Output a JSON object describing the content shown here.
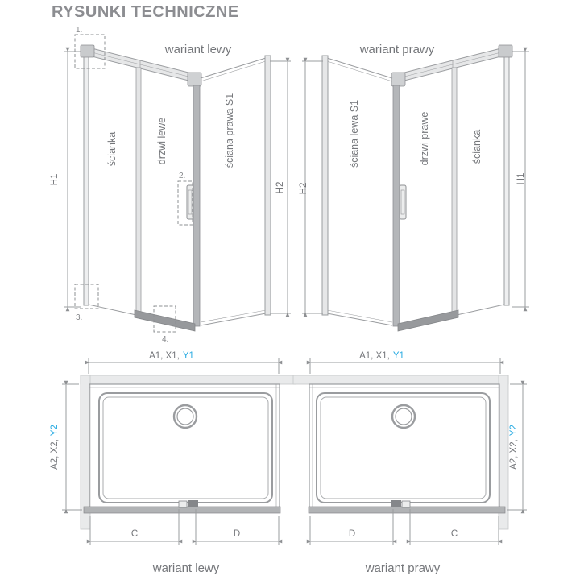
{
  "title": "RYSUNKI TECHNICZNE",
  "colors": {
    "accent": "#29abe2",
    "label_text": "#74767a",
    "line": "#9a9c9f"
  },
  "front_left": {
    "variant": "wariant lewy",
    "panels": {
      "left": "ścianka",
      "middle": "drzwi lewe",
      "right": "ściana prawa S1"
    },
    "dims": {
      "left": "H1",
      "right": "H2"
    },
    "markers": {
      "m1": "1.",
      "m2": "2.",
      "m3": "3.",
      "m4": "4."
    }
  },
  "front_right": {
    "variant": "wariant prawy",
    "panels": {
      "left": "ściana lewa S1",
      "middle": "drzwi prawe",
      "right": "ścianka"
    },
    "dims": {
      "left": "H2",
      "right": "H1"
    }
  },
  "plan_left": {
    "variant": "wariant lewy",
    "dim_width": {
      "gray": "A1, X1,",
      "blue": "Y1"
    },
    "dim_depth": {
      "gray": "A2, X2,",
      "blue": "Y2"
    },
    "dim_door_left": "C",
    "dim_door_right": "D"
  },
  "plan_right": {
    "variant": "wariant prawy",
    "dim_width": {
      "gray": "A1, X1,",
      "blue": "Y1"
    },
    "dim_depth": {
      "gray": "A2, X2,",
      "blue": "Y2"
    },
    "dim_door_left": "D",
    "dim_door_right": "C"
  }
}
